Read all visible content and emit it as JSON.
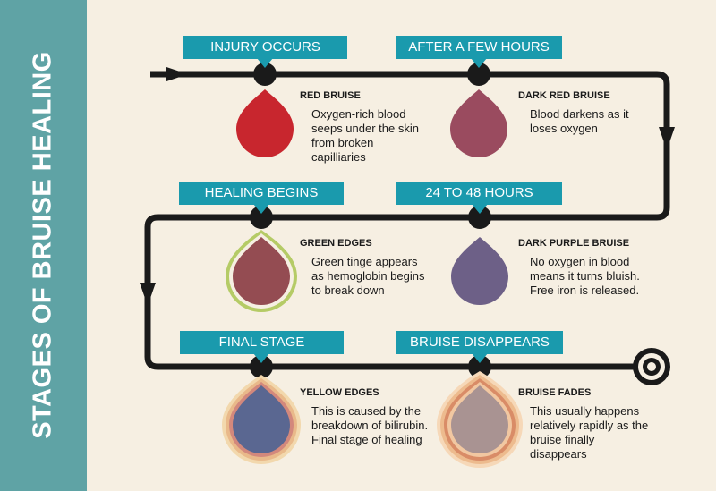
{
  "title": "STAGES OF BRUISE HEALING",
  "colors": {
    "sidebar": "#5fa3a5",
    "background": "#f6efe2",
    "tab": "#1a9aad",
    "path": "#1a1a1a"
  },
  "stages": [
    {
      "label": "INJURY OCCURS",
      "title": "RED BRUISE",
      "desc": "Oxygen-rich blood seeps under the skin from broken capilliaries",
      "fill": "#c8262e",
      "rings": []
    },
    {
      "label": "AFTER A FEW HOURS",
      "title": "DARK RED BRUISE",
      "desc": "Blood darkens as it loses oxygen",
      "fill": "#9a4b5f",
      "rings": []
    },
    {
      "label": "HEALING BEGINS",
      "title": "GREEN EDGES",
      "desc": "Green tinge appears as hemoglobin begins to break down",
      "fill": "#944c52",
      "rings": [
        "#b5cb66",
        "#f6efe2"
      ]
    },
    {
      "label": "24 TO 48 HOURS",
      "title": "DARK PURPLE BRUISE",
      "desc": "No oxygen in blood means it turns bluish. Free iron is released.",
      "fill": "#6d6087",
      "rings": []
    },
    {
      "label": "FINAL STAGE",
      "title": "YELLOW EDGES",
      "desc": "This is caused by the breakdown of bilirubin. Final stage of healing",
      "fill": "#5a6791",
      "rings": [
        "#f2d8ad",
        "#e9b98a",
        "#d3887c"
      ]
    },
    {
      "label": "BRUISE DISAPPEARS",
      "title": "BRUISE FADES",
      "desc": "This usually happens relatively rapidly as the bruise finally disappears",
      "fill": "#a99392",
      "rings": [
        "#f6d8b8",
        "#edbb8e",
        "#d98c67",
        "#f1c7a1"
      ]
    }
  ]
}
